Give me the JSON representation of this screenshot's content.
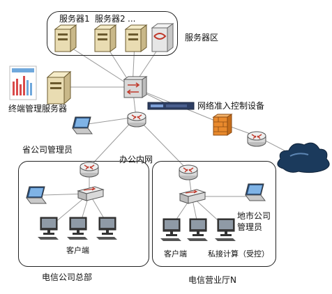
{
  "labels": {
    "server1": "服务器1",
    "server2": "服务器2",
    "server_dots": "...",
    "server_zone": "服务器区",
    "terminal_server": "终端管理服务器",
    "access_control": "网络准入控制设备",
    "province_admin": "省公司管理员",
    "intranet": "办公内网",
    "client_hq": "客户端",
    "hq_title": "电信公司总部",
    "city_admin_1": "地市公司",
    "city_admin_2": "管理员",
    "client_n": "客户端",
    "private_pc": "私接计算（受控）",
    "hall_title": "电信营业厅N"
  },
  "colors": {
    "link": "#9a9a9a",
    "router_body": "#d9d9d9",
    "router_arrow": "#c0392b",
    "server_body": "#e9dcb2",
    "firewall": "#e98a2d",
    "cloud": "#1b3a5c"
  },
  "icons": {
    "server": "tower-server-icon",
    "router": "router-icon",
    "switch": "switch-icon",
    "laptop": "laptop-icon",
    "desktop": "desktop-pc-icon",
    "firewall": "firewall-icon",
    "cloud": "internet-cloud-icon",
    "access_device": "rack-appliance-icon",
    "report": "report-chart-icon"
  }
}
